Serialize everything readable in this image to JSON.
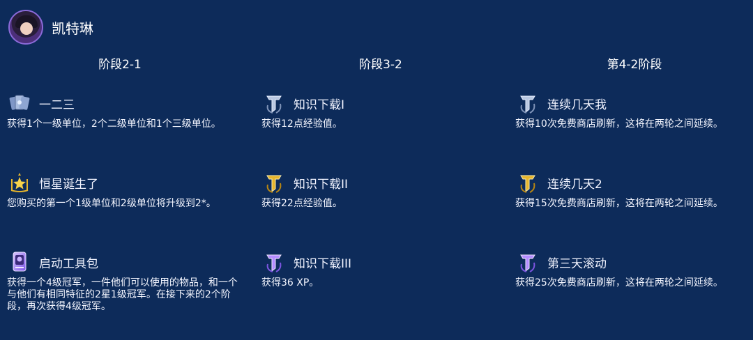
{
  "header": {
    "name": "凯特琳"
  },
  "columns": [
    {
      "title": "阶段2-1",
      "items": [
        {
          "icon": "cards-icon",
          "title": "一二三",
          "desc": "获得1个一级单位，2个二级单位和1个三级单位。"
        },
        {
          "icon": "star-crown-icon",
          "title": "恒星诞生了",
          "desc": "您购买的第一个1级单位和2级单位将升级到2*。"
        },
        {
          "icon": "toolkit-icon",
          "title": "启动工具包",
          "desc": "获得一个4级冠军，一件他们可以使用的物品，和一个与他们有相同特征的2星1级冠军。在接下来的2个阶段，再次获得4级冠军。"
        }
      ]
    },
    {
      "title": "阶段3-2",
      "items": [
        {
          "icon": "download-silver-icon",
          "title": "知识下载I",
          "desc": "获得12点经验值。"
        },
        {
          "icon": "download-gold-icon",
          "title": "知识下载II",
          "desc": "获得22点经验值。"
        },
        {
          "icon": "download-prismatic-icon",
          "title": "知识下载III",
          "desc": "获得36 XP。"
        }
      ]
    },
    {
      "title": "第4-2阶段",
      "items": [
        {
          "icon": "streak-silver-icon",
          "title": "连续几天我",
          "desc": "获得10次免费商店刷新，这将在两轮之间延续。"
        },
        {
          "icon": "streak-gold-icon",
          "title": "连续几天2",
          "desc": "获得15次免费商店刷新，这将在两轮之间延续。"
        },
        {
          "icon": "streak-prismatic-icon",
          "title": "第三天滚动",
          "desc": "获得25次免费商店刷新，这将在两轮之间延续。"
        }
      ]
    }
  ],
  "colors": {
    "background": "#0d2b5a",
    "silver": "#b9c8e2",
    "gold": "#e6b52c",
    "prismatic": "#b48cff"
  }
}
